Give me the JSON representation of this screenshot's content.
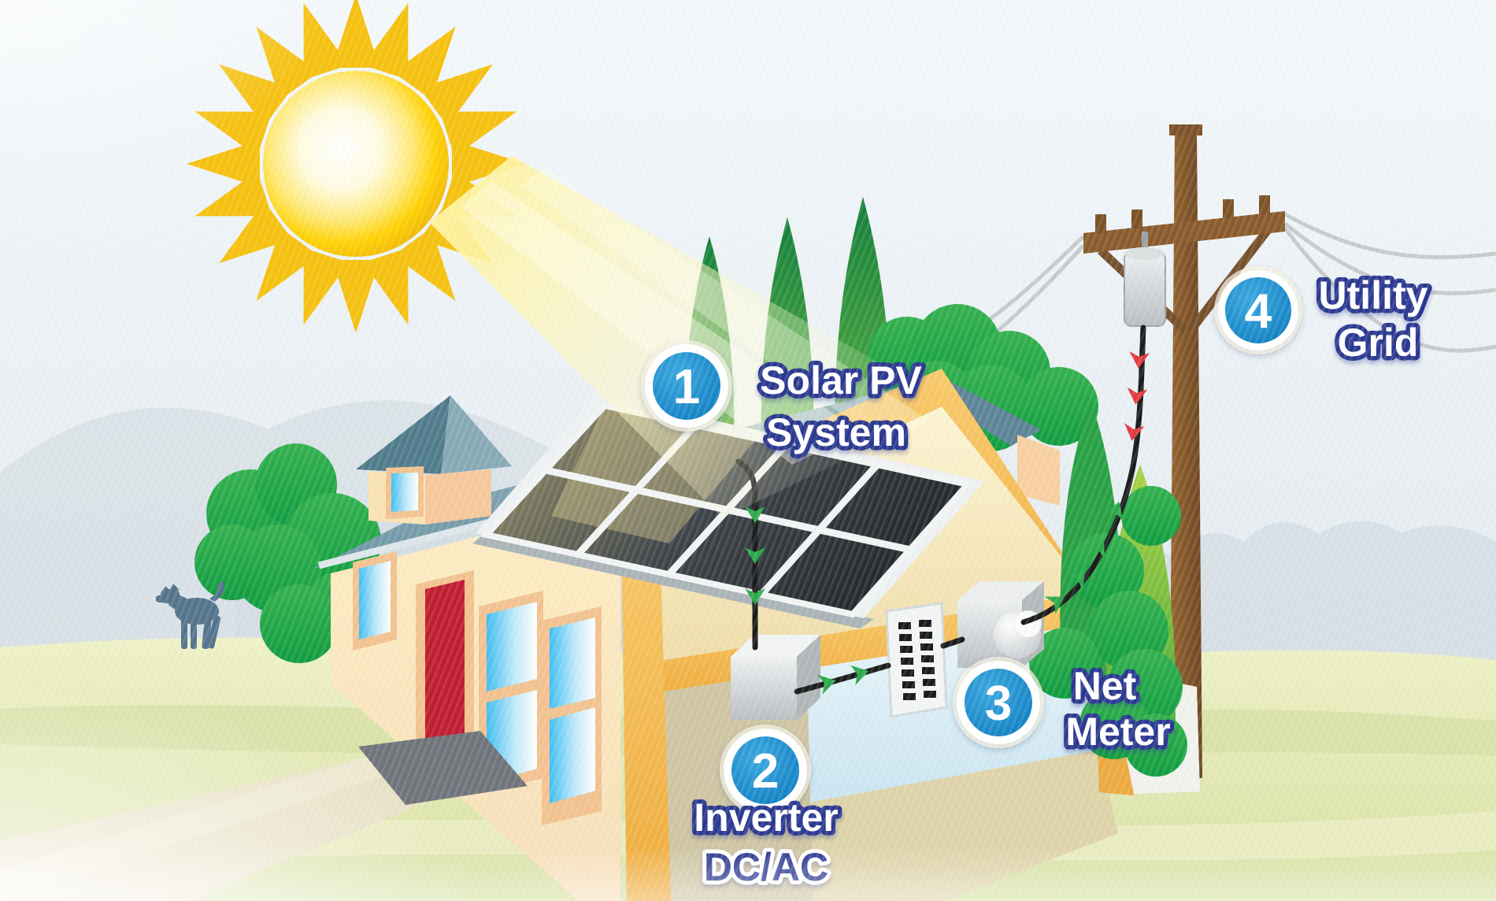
{
  "diagram": {
    "subject": "residential solar net metering",
    "badges": [
      {
        "number": "1",
        "line1": "Solar PV",
        "line2": "System"
      },
      {
        "number": "2",
        "line1": "Inverter",
        "line2": "DC/AC"
      },
      {
        "number": "3",
        "line1": "Net",
        "line2": "Meter"
      },
      {
        "number": "4",
        "line1": "Utility",
        "line2": "Grid"
      }
    ],
    "colors": {
      "badge_blue": "#1587c8",
      "badge_ring": "#ffffff",
      "label_fill": "#ffffff",
      "label_outline": "#2b3890",
      "sun_yellow": "#f6c10e",
      "solar_flow_green": "#2caa4b",
      "grid_flow_red": "#e23b3f",
      "roof_slate": "#7fa0ae",
      "wall_cream": "#fbe8ba",
      "trim_orange": "#f6bd53",
      "door_red": "#c01c30",
      "grass_green": "#e3e8ae",
      "pole_brown": "#8a5a2b"
    },
    "icons": {
      "sun-icon": "circle-with-20-rays",
      "sunbeam-icon": "translucent-light-cone",
      "solar-panel-icon": "4x2-dark-cell-grid-parallelogram",
      "inverter-icon": "gray-3d-box",
      "breaker-panel-icon": "white-panel-with-black-slots",
      "net-meter-icon": "gray-3d-box-with-glass-dial",
      "utility-pole-icon": "brown-pole-with-crossarm",
      "transformer-icon": "gray-cylinder",
      "power-line-icon": "sagging-gray-wires",
      "service-wire-icon": "black-curved-wire",
      "flow-arrow-icon": "chevron",
      "dog-icon": "dog-silhouette",
      "tree-icon": "cypress-and-round-bushes"
    }
  }
}
